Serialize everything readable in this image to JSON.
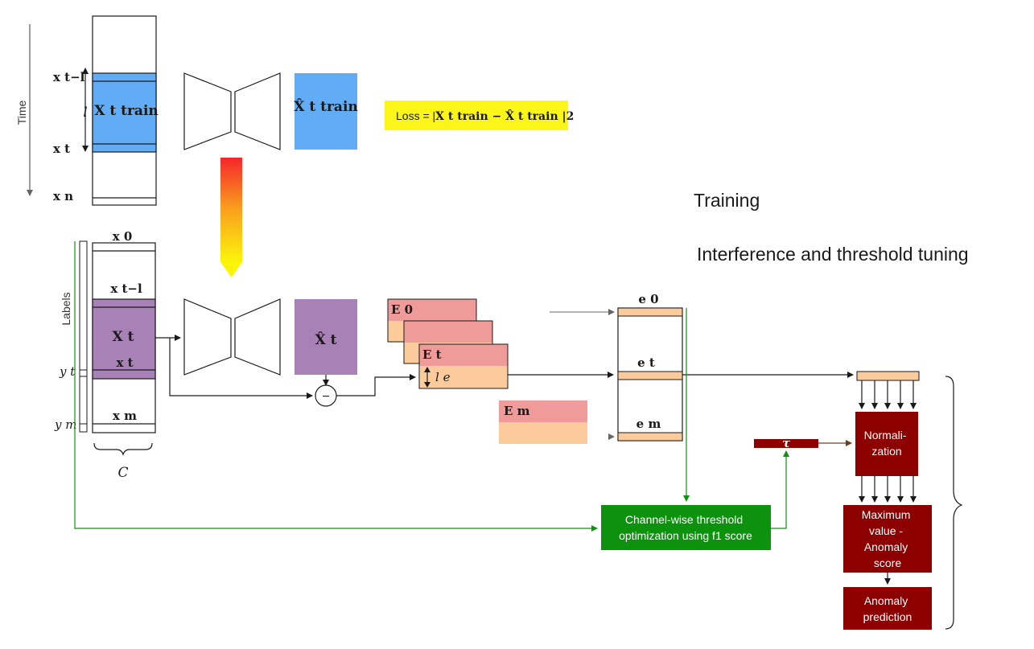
{
  "colors": {
    "blue": "#62acf6",
    "purple": "#a882b6",
    "pink": "#ee9b9a",
    "peach": "#fccb9b",
    "yellow_box": "#fbf51a",
    "green": "#0c920c",
    "darkred": "#8c0000",
    "line": "#1a1a1a"
  },
  "axis": {
    "time": "Time",
    "labels": "Labels"
  },
  "top": {
    "x_t_minus_l": "x t−l",
    "x_t": "x t",
    "x_n": "x n",
    "l": "l",
    "X_train": "X t train",
    "Xhat_train": "X̂ t train",
    "loss_prefix": "Loss = |",
    "loss_formula": "X t train − X̂ t train |2"
  },
  "sections": {
    "training": "Training",
    "inference": "Interference and threshold tuning"
  },
  "bottom": {
    "x0": "x 0",
    "x_t_minus_l": "x t−l",
    "X_t": "X t",
    "x_t": "x t",
    "x_m": "x m",
    "y_t": "y t",
    "y_m": "y m",
    "C": "C",
    "Xhat_t": "X̂ t",
    "minus": "−",
    "E0": "E 0",
    "Et": "E t",
    "Em": "E m",
    "le": "l e",
    "e0": "e 0",
    "et": "e t",
    "em": "e m",
    "tau": "τ"
  },
  "boxes": {
    "threshold_line1": "Channel-wise threshold",
    "threshold_line2": "optimization using f1 score",
    "normalization_line1": "Normali-",
    "normalization_line2": "zation",
    "maxval_line1": "Maximum",
    "maxval_line2": "value -",
    "maxval_line3": "Anomaly",
    "maxval_line4": "score",
    "prediction_line1": "Anomaly",
    "prediction_line2": "prediction"
  }
}
